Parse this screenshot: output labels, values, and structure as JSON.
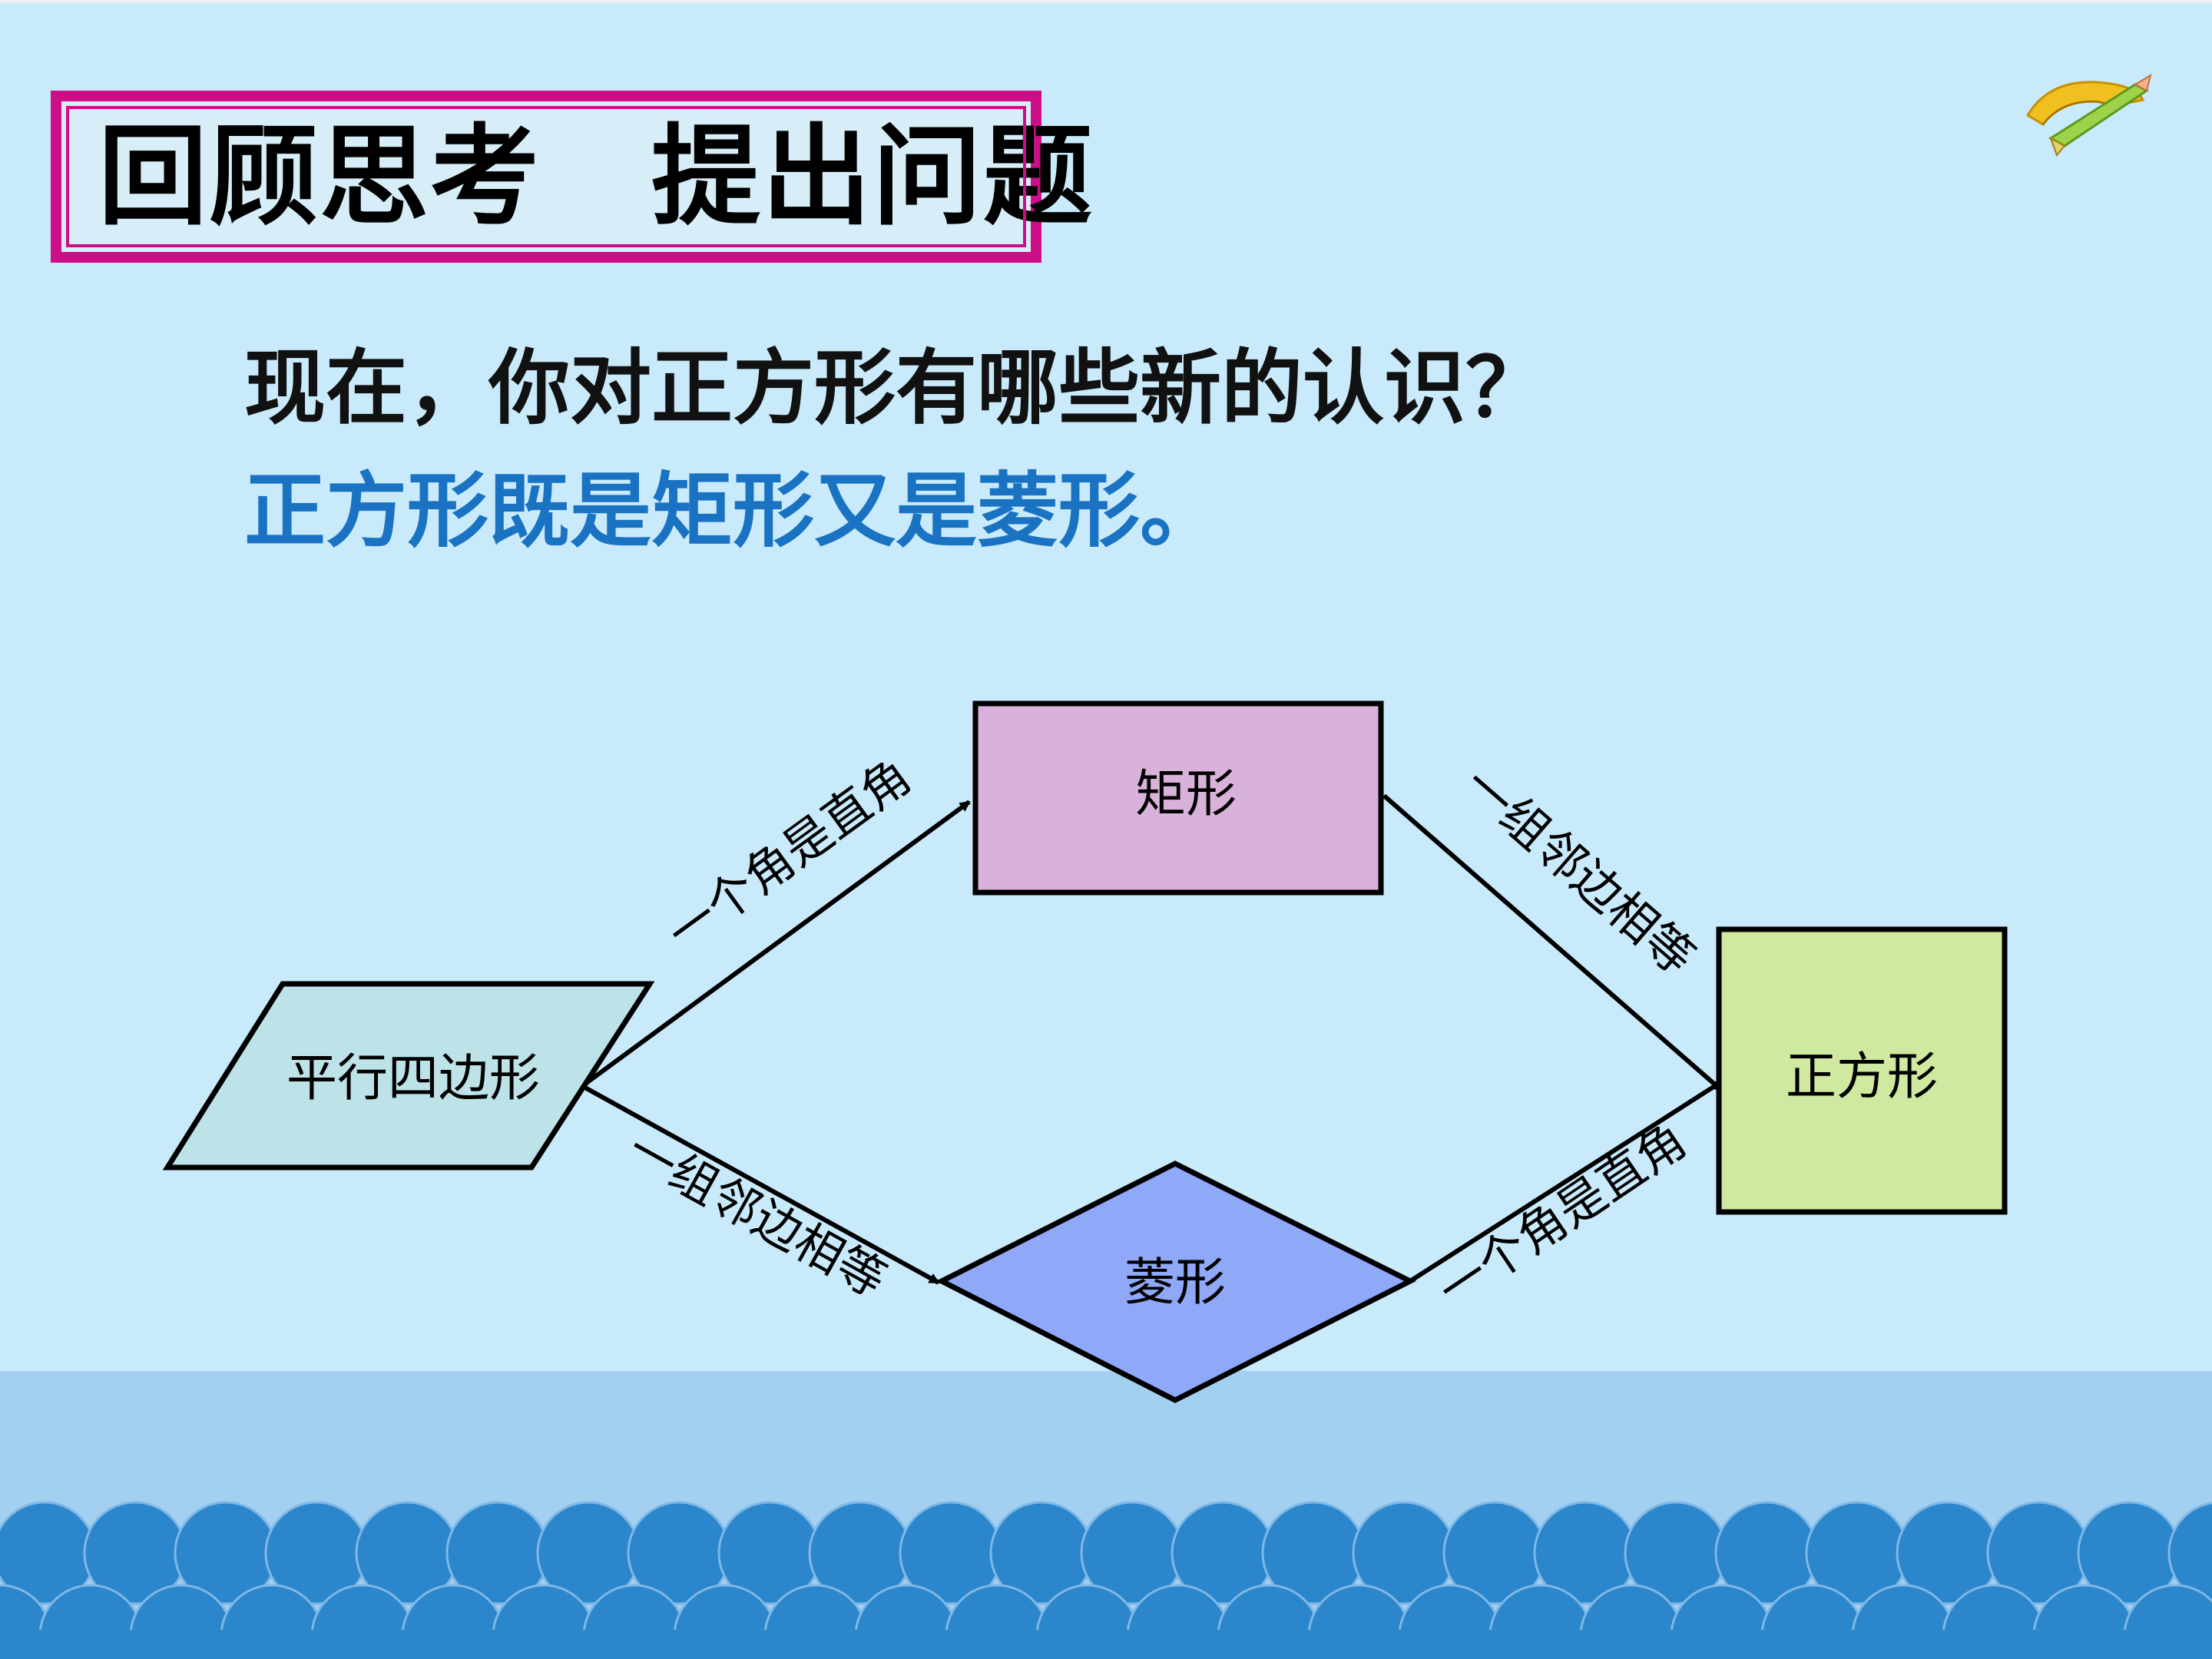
{
  "slide": {
    "title": "回顾思考　提出问题",
    "question": "现在，你对正方形有哪些新的认识？",
    "answer": "正方形既是矩形又是菱形。"
  },
  "diagram": {
    "nodes": {
      "parallelogram": "平行四边形",
      "rectangle": "矩形",
      "rhombus": "菱形",
      "square": "正方形"
    },
    "edges": {
      "parallelogram_to_rectangle": "一个角是直角",
      "parallelogram_to_rhombus": "一组邻边相等",
      "rectangle_to_square": "一组邻边相等",
      "rhombus_to_square": "一个角是直角"
    }
  },
  "colors": {
    "background": "#c9eafb",
    "title_border": "#cc0f86",
    "answer_text": "#1a73c2",
    "parallelogram_fill": "#bde3e8",
    "rectangle_fill": "#d8b2da",
    "rhombus_fill": "#8fa8f8",
    "square_fill": "#cfeaa0",
    "wave_light": "#a3cff0",
    "wave_dark": "#2b86cc"
  },
  "icons": {
    "logo": "protractor-pencil-icon"
  }
}
